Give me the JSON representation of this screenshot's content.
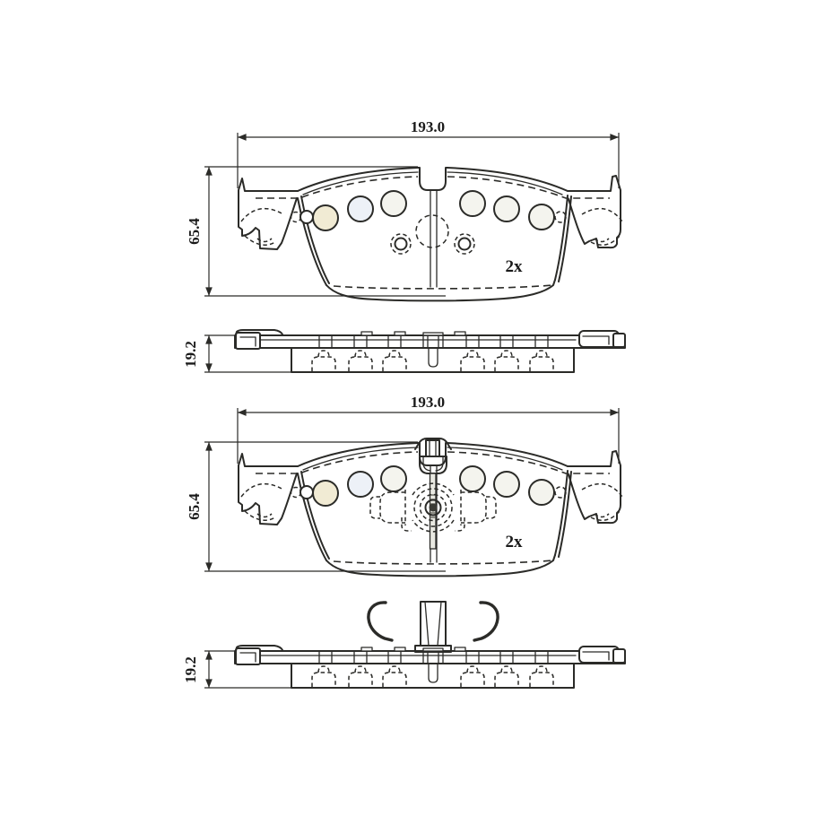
{
  "colors": {
    "background": "#ffffff",
    "line": "#2b2b28",
    "dim_text": "#1a1a1a",
    "circle_fill": "#f4f4ee",
    "circle_tint_yellow": "#f1ebd4",
    "circle_tint_blue": "#edf1f7",
    "clip_fill": "#d4d4ca"
  },
  "views": {
    "top_front": {
      "width": "193.0",
      "height": "65.4",
      "quantity": "2x"
    },
    "top_side": {
      "thickness": "19.2"
    },
    "bottom_front": {
      "width": "193.0",
      "height": "65.4",
      "quantity": "2x"
    },
    "bottom_side": {
      "thickness": "19.2"
    }
  }
}
